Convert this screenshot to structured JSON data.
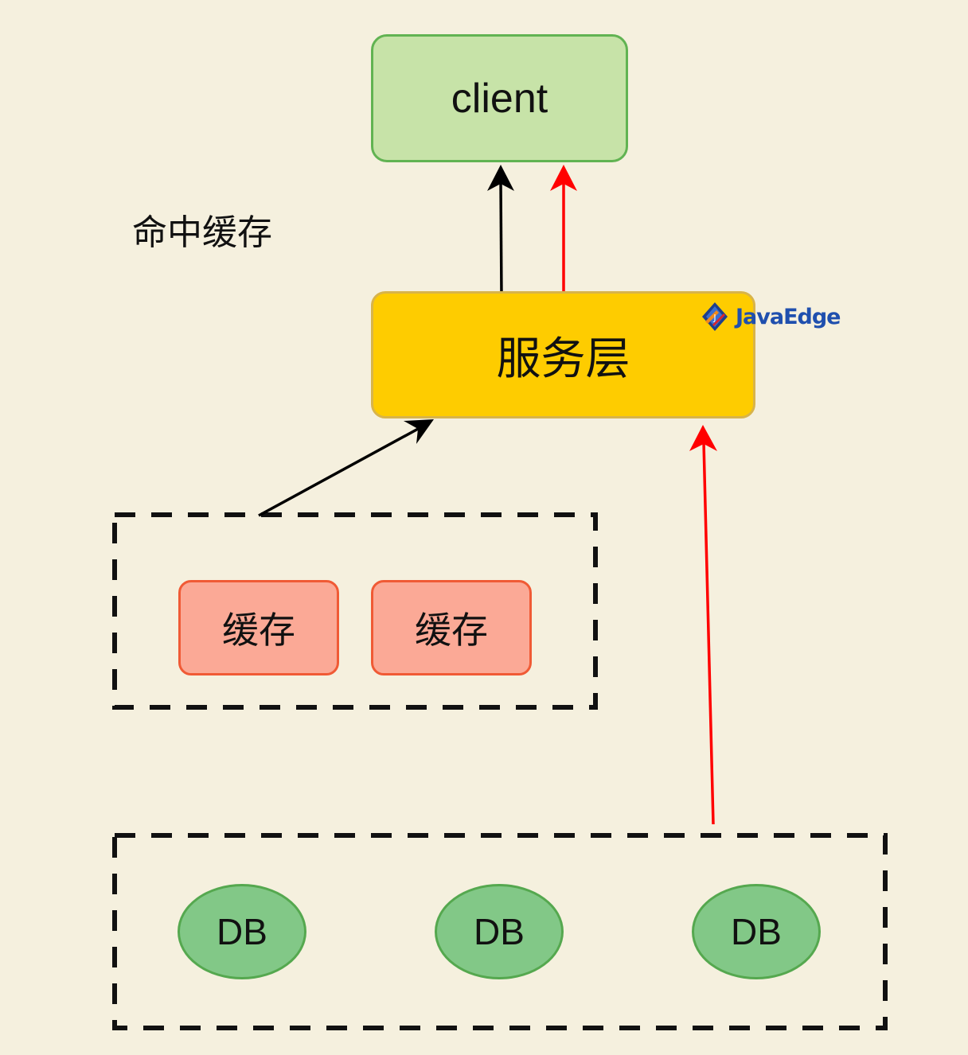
{
  "diagram": {
    "client_label": "client",
    "service_label": "服务层",
    "hit_cache_label": "命中缓存",
    "cache_nodes": [
      "缓存",
      "缓存"
    ],
    "db_nodes": [
      "DB",
      "DB",
      "DB"
    ],
    "watermark": "JavaEdge"
  },
  "colors": {
    "background": "#f5f0de",
    "client_fill": "#c7e3a8",
    "client_border": "#61b352",
    "service_fill": "#fecc00",
    "cache_fill": "#fba996",
    "cache_border": "#f05a35",
    "db_fill": "#82c887",
    "db_border": "#55a84f",
    "arrow_black": "#000000",
    "arrow_red": "#ff0000"
  },
  "edges": [
    {
      "from": "service-layer",
      "to": "client",
      "color": "black"
    },
    {
      "from": "service-layer",
      "to": "client",
      "color": "red"
    },
    {
      "from": "cache-group",
      "to": "service-layer",
      "color": "black"
    },
    {
      "from": "db-group",
      "to": "service-layer",
      "color": "red"
    }
  ],
  "icons": {
    "watermark_logo": "javaedge-logo-icon"
  }
}
